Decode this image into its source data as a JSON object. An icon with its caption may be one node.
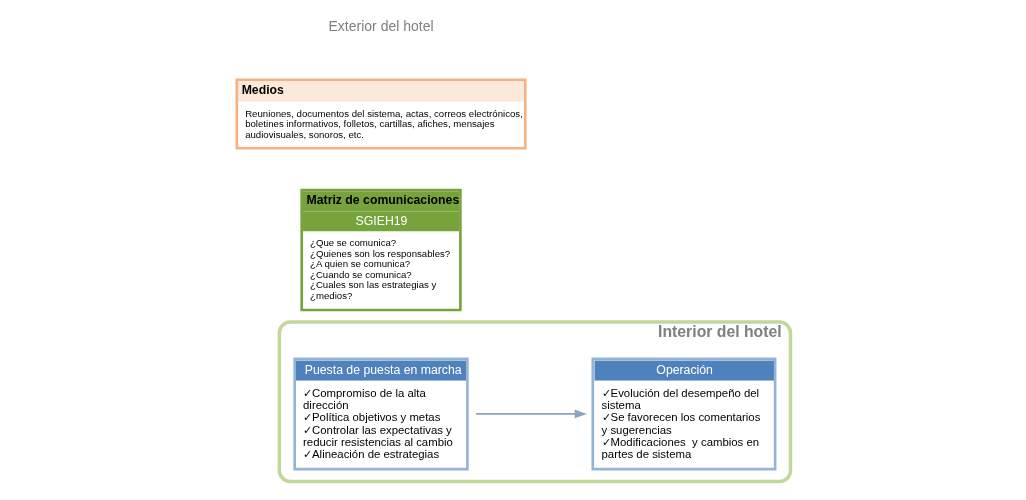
{
  "diagram": {
    "nodes": [
      {
        "text": [
          "Interior del hotel"
        ]
      },
      {
        "text": [
          "Matriz de comunicaciones",
          "SGIEH19",
          "¿Que se comunica?",
          "¿Quienes son los responsables?",
          "¿A quien se comunica?",
          "¿Cuando se comunica?",
          "¿Cuales son las estrategias y ¿medios?"
        ]
      },
      {
        "text": [
          "Puesta de puesta en marcha",
          "✓Compromiso de la alta dirección",
          "✓Política objetivos y metas",
          "✓Controlar las expectativas y reducir resistencias al cambio",
          "✓Alineación de estrategias"
        ],
        "in": 0
      },
      {
        "text": [
          "Operación",
          "✓Evolución del desempeño del sistema",
          "✓Se favorecen los comentarios y sugerencias",
          "✓Modificaciones  y cambios en partes de sistema"
        ],
        "in": 0
      },
      {
        "text": [
          "Medios",
          "Reuniones, documentos del sistema, actas, correos electrónicos, boletines informativos, folletos, cartillas, afiches, mensajes audiovisuales, sonoros, etc."
        ]
      }
    ],
    "edges": [
      {
        "from": 2,
        "to": 3,
        "arrow": "to",
        "color": "#8ea3c2"
      }
    ],
    "labels": [
      "Exterior del hotel"
    ]
  }
}
